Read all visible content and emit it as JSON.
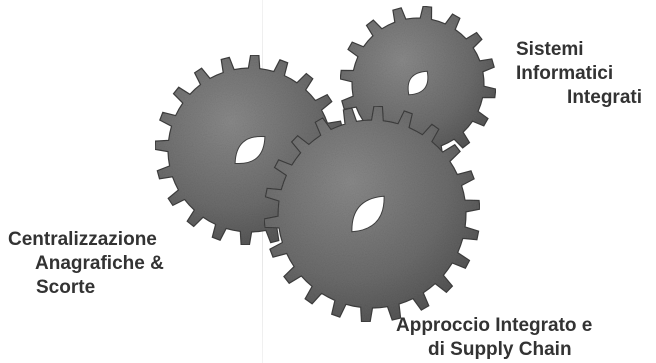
{
  "labels": {
    "sistemi": [
      "Sistemi",
      "Informatici",
      "Integrati"
    ],
    "centralizzazione": [
      "Centralizzazione",
      "Anagrafiche &",
      "Scorte"
    ],
    "approccio": [
      "Approccio Integrato e",
      "di Supply Chain"
    ]
  },
  "colors": {
    "gear_fill": "#6f6f6f",
    "gear_edge": "#3e3e3e",
    "text": "#333333"
  }
}
